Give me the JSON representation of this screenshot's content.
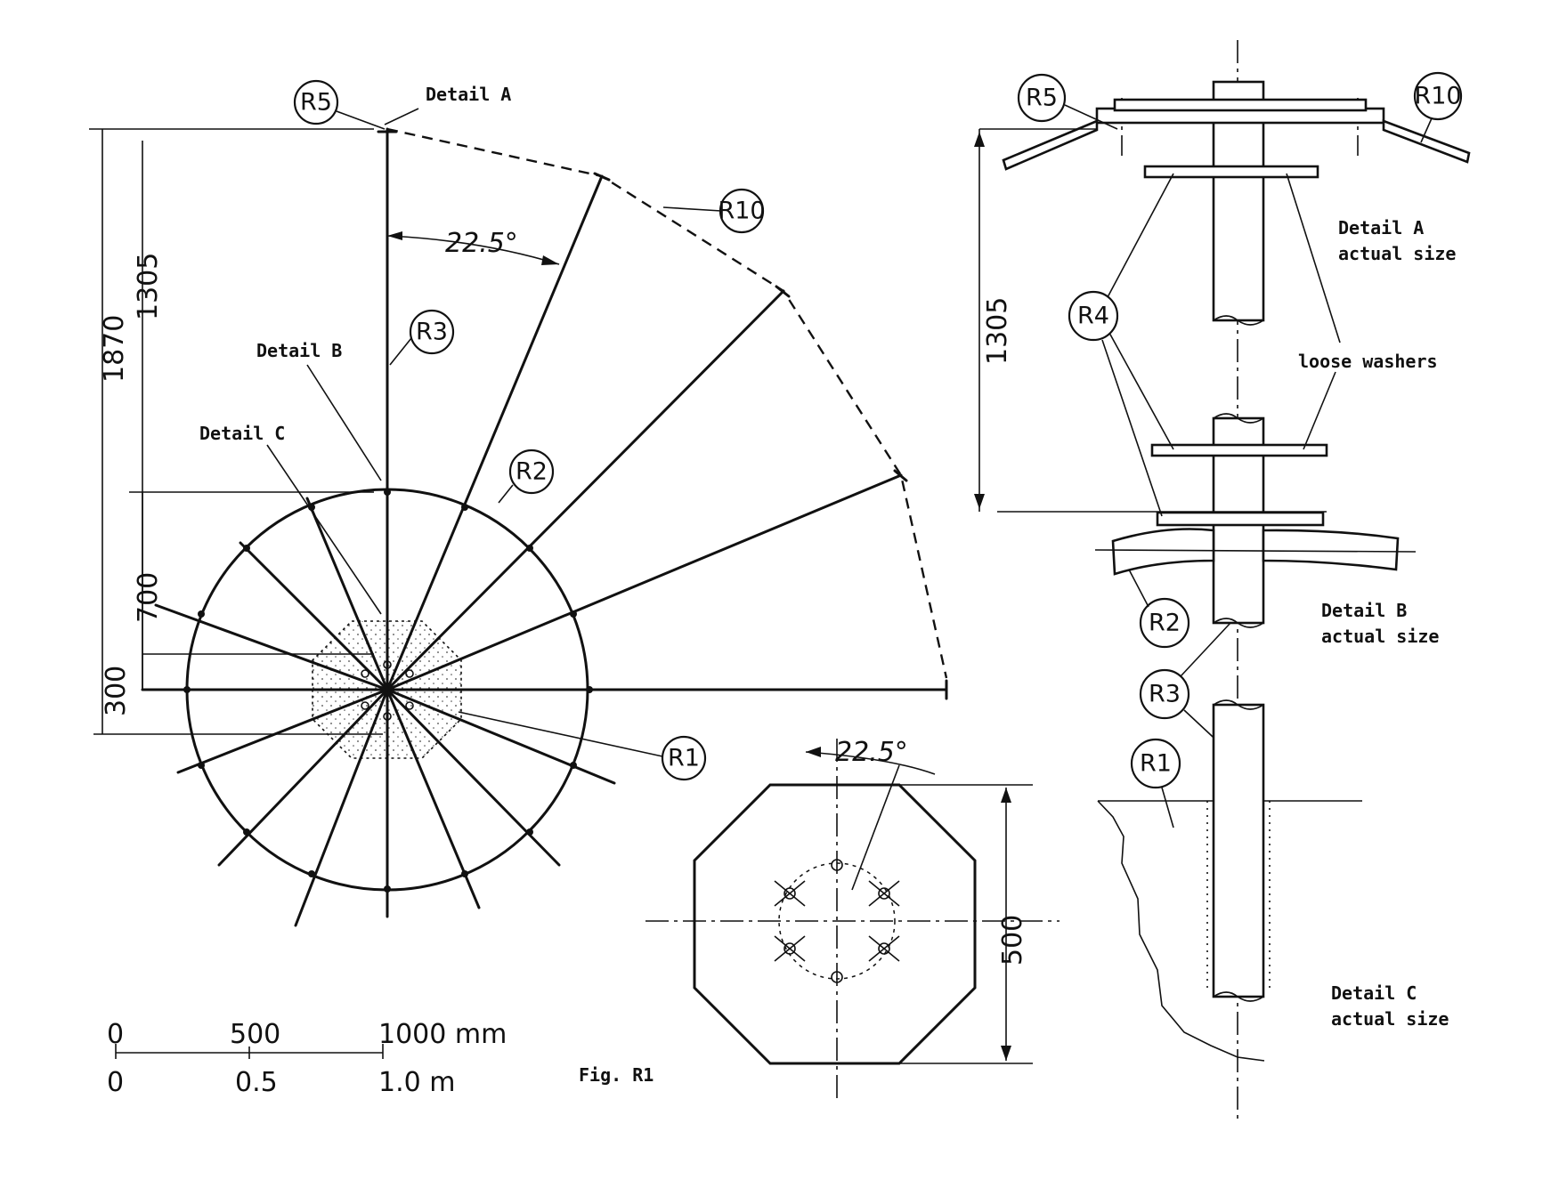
{
  "figure_label": "Fig. R1",
  "detail_labels": {
    "detail_a": "Detail A",
    "detail_b": "Detail B",
    "detail_c": "Detail C",
    "detail_a_full_1": "Detail A",
    "detail_a_full_2": "actual size",
    "detail_b_full_1": "Detail B",
    "detail_b_full_2": "actual size",
    "detail_c_full_1": "Detail C",
    "detail_c_full_2": "actual size",
    "loose_washers": "loose washers"
  },
  "part_tags": {
    "r1": "R1",
    "r2": "R2",
    "r3": "R3",
    "r4": "R4",
    "r5": "R5",
    "r10": "R10"
  },
  "dimensions": {
    "overall_height": "1870",
    "mast_height": "1305",
    "ring_radius": "700",
    "hub_radius": "300",
    "spoke_angle": "22.5°",
    "plate_size": "500",
    "detail_mast_height": "1305"
  },
  "scale_bar": {
    "mm_labels": [
      "0",
      "500",
      "1000 mm"
    ],
    "m_labels": [
      "0",
      "0.5",
      "1.0  m"
    ]
  }
}
